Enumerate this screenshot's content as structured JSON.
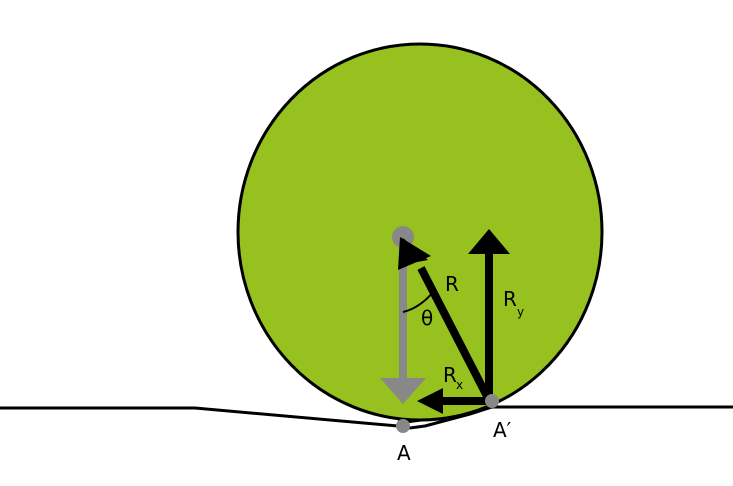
{
  "diagram": {
    "labels": {
      "point_contact": "A",
      "point_front": "A′",
      "resultant": "R",
      "angle": "θ",
      "rx_main": "R",
      "rx_sub": "x",
      "ry_main": "R",
      "ry_sub": "y"
    },
    "colors": {
      "wheel_fill": "#96c11f",
      "outline": "#000000",
      "weight_vector": "#888888",
      "point_marker": "#888888"
    }
  }
}
